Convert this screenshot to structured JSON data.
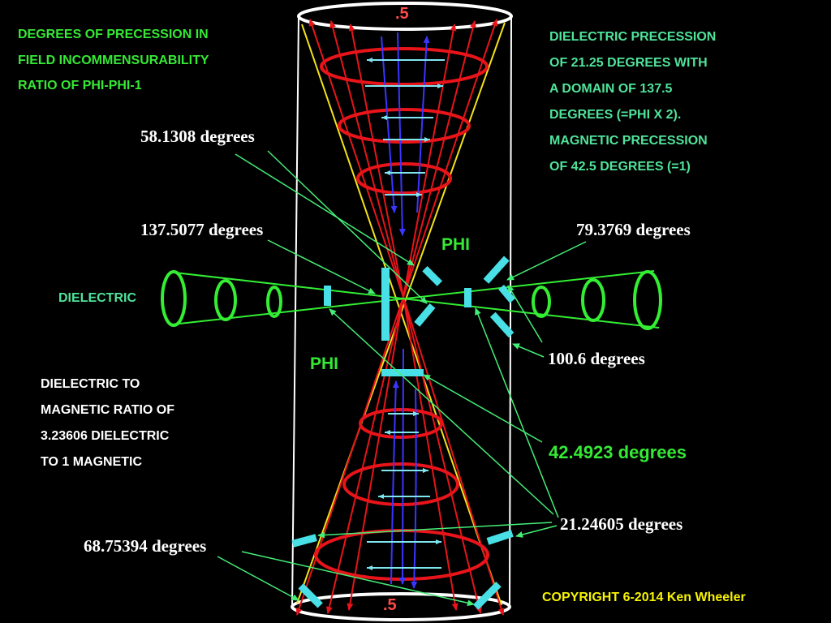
{
  "title_lines": [
    "DEGREES OF PRECESSION IN",
    "FIELD INCOMMENSURABILITY",
    "RATIO OF PHI-PHI-1"
  ],
  "info_lines": [
    "DIELECTRIC PRECESSION",
    "OF 21.25 DEGREES WITH",
    "A DOMAIN OF 137.5",
    "DEGREES (=PHI X 2).",
    "MAGNETIC PRECESSION",
    "OF 42.5 DEGREES  (=1)"
  ],
  "ratio_lines": [
    "DIELECTRIC TO",
    "MAGNETIC RATIO OF",
    "3.23606 DIELECTRIC",
    "TO 1 MAGNETIC"
  ],
  "labels": {
    "dielectric": "DIELECTRIC",
    "phi_upper": "PHI",
    "phi_lower": "PHI",
    "top_half": ".5",
    "bottom_half": ".5",
    "copyright": "COPYRIGHT 6-2014 Ken Wheeler"
  },
  "angles": {
    "a58": "58.1308 degrees",
    "a137": "137.5077 degrees",
    "a79": "79.3769 degrees",
    "a100": "100.6 degrees",
    "a42": "42.4923 degrees",
    "a21": "21.24605 degrees",
    "a68": "68.75394 degrees"
  },
  "colors": {
    "background": "#000000",
    "cylinder": "#ffffff",
    "red_field": "#e8141a",
    "yellow_line": "#f4e21a",
    "blue_arrow": "#3a35ff",
    "cyan_mark": "#48e0e6",
    "green_ring": "#33ee33",
    "pointer": "#44ee77"
  }
}
